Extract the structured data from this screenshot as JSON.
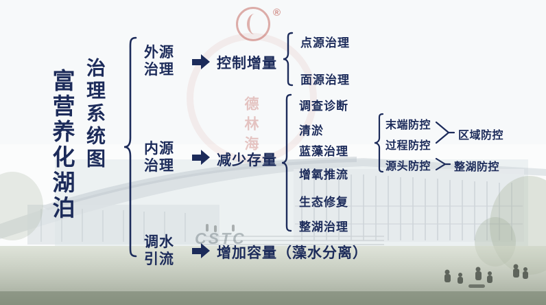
{
  "colors": {
    "ink": "#1c2b5a",
    "seal_red": "#b53a2e"
  },
  "titles": {
    "main": "富营养化湖泊",
    "sub": "治理系统图"
  },
  "watermarks": {
    "registered": "®",
    "seal_text": "德林海",
    "cstc": "CSTC"
  },
  "tree": {
    "branches": [
      {
        "label": "外源\n治理",
        "action": "控制增量"
      },
      {
        "label": "内源\n治理",
        "action": "减少存量"
      },
      {
        "label": "调水\n引流",
        "action": "增加容量（藻水分离）"
      }
    ],
    "control_children": [
      "点源治理",
      "面源治理"
    ],
    "reduce_children": [
      "调查诊断",
      "清淤",
      "蓝藻治理",
      "增氧推流",
      "生态修复",
      "整湖治理"
    ],
    "algae_children": [
      "末端防控",
      "过程防控",
      "源头防控"
    ],
    "results": {
      "regional": "区域防控",
      "whole_lake": "整湖防控"
    }
  }
}
